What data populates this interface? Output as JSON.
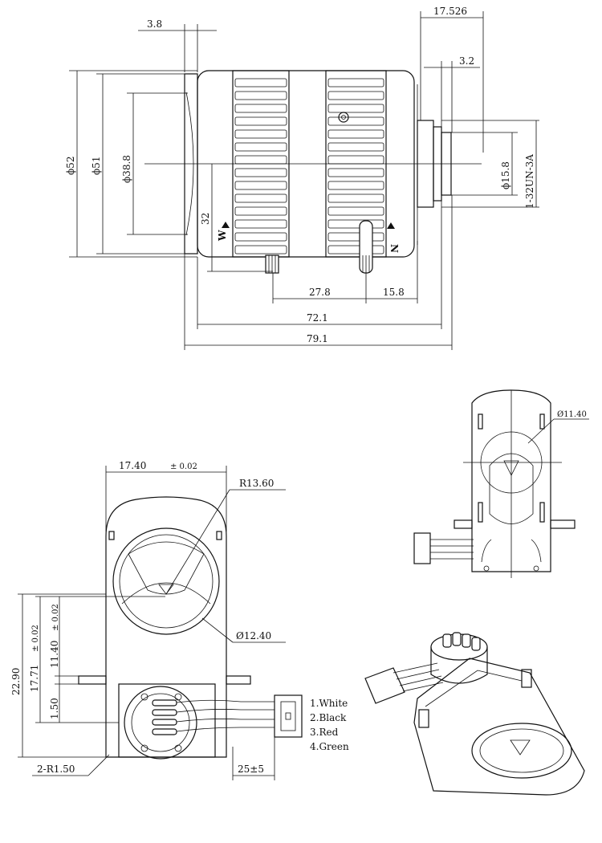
{
  "lens_drawing": {
    "dims": {
      "d_3_8": "3.8",
      "d_17_526": "17.526",
      "d_3_2": "3.2",
      "d_phi52": "ϕ52",
      "d_phi51": "ϕ51",
      "d_phi38_8": "ϕ38.8",
      "d_32": "32",
      "d_phi15_8": "ϕ15.8",
      "d_thread": "1-32UN-3A",
      "d_27_8": "27.8",
      "d_15_8": "15.8",
      "d_72_1": "72.1",
      "d_79_1": "79.1"
    },
    "ring_labels": {
      "w": "W",
      "n": "N"
    }
  },
  "filter_drawing": {
    "dims": {
      "width": "17.40",
      "width_tol": "± 0.02",
      "radius": "R13.60",
      "aperture": "Ø12.40",
      "h_22_90": "22.90",
      "h_17_71": "17.71",
      "h_17_71_tol": "± 0.02",
      "h_11_40": "11.40",
      "h_11_40_tol": "± 0.02",
      "h_1_50": "1.50",
      "corner": "2-R1.50",
      "lead": "25±5"
    },
    "wires": [
      "1.White",
      "2.Black",
      "3.Red",
      "4.Green"
    ],
    "small_view_dim": "Ø11.40"
  }
}
